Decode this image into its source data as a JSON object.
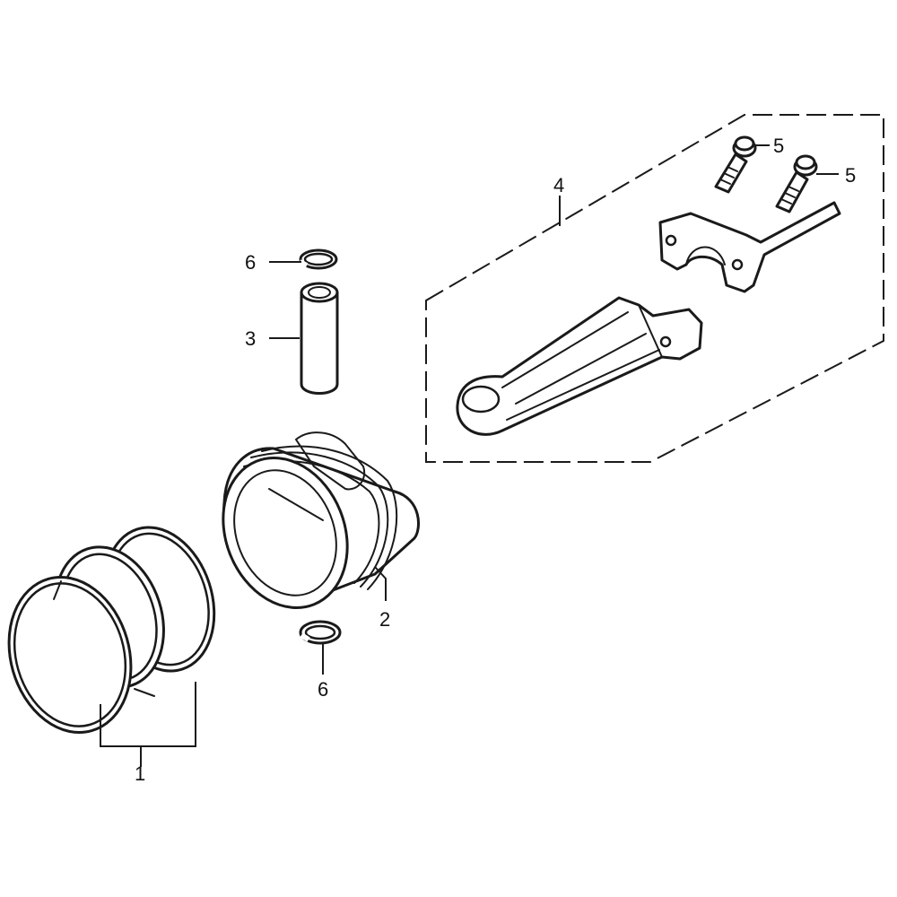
{
  "callouts": {
    "piston_rings": "1",
    "piston": "2",
    "piston_pin": "3",
    "connecting_rod_set": "4",
    "rod_bolt_left": "5",
    "rod_bolt_right": "5",
    "pin_clip_top": "6",
    "pin_clip_bottom": "6"
  },
  "colors": {
    "line": "#1a1a1a",
    "background": "#ffffff"
  }
}
